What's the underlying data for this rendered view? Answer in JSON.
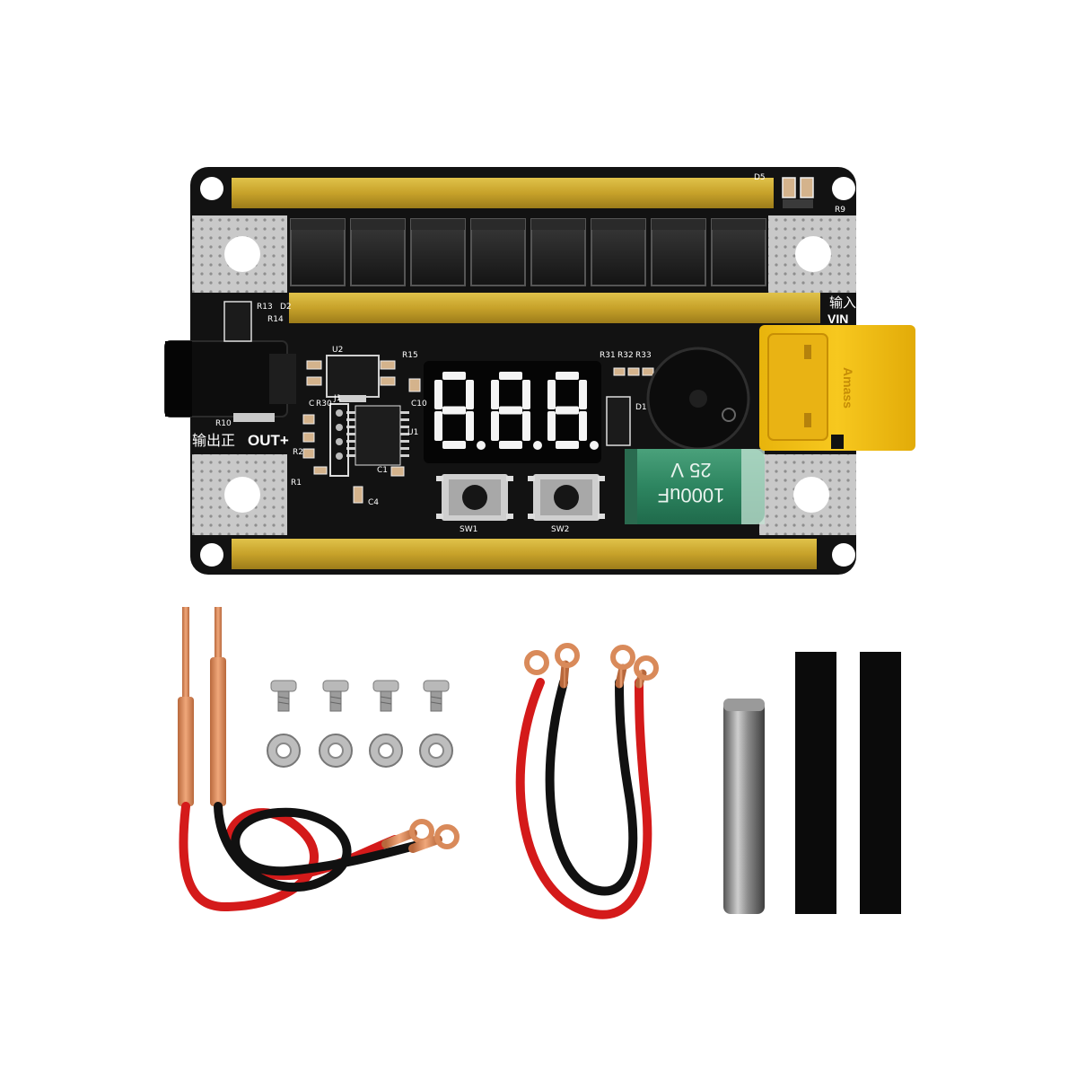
{
  "board": {
    "silk_output_en": "OUT+",
    "silk_output_cn": "输出正",
    "silk_input_cn": "输入",
    "silk_input_en": "VIN",
    "display_digits": "888",
    "switch_labels": [
      "SW1",
      "SW2"
    ],
    "designators": {
      "u2": "U2",
      "r15": "R15",
      "c10": "C10",
      "r31": "R31",
      "r32": "R32",
      "r33": "R33",
      "d1": "D1",
      "d2": "D2",
      "d5": "D5",
      "r9": "R9",
      "r10": "R10",
      "r13": "R13",
      "r14": "R14",
      "j1": "J1",
      "u1": "U1",
      "c1": "C1",
      "c4": "C4",
      "r1": "R1",
      "r30": "R30",
      "r2": "R2",
      "c": "C"
    },
    "capacitor_value": "1000uF",
    "capacitor_voltage": "25 V",
    "connector_brand": "Amass",
    "mosfet_count": 8
  },
  "accessories": {
    "screw_count": 4,
    "nut_count": 4
  },
  "colors": {
    "pcb_black": "#121212",
    "gold_bus": "#c9a82c",
    "xt60_yellow": "#f5c518",
    "cap_green": "#2e8a63",
    "wire_red": "#d41a1a",
    "wire_black": "#111111",
    "copper": "#d98a5a"
  }
}
